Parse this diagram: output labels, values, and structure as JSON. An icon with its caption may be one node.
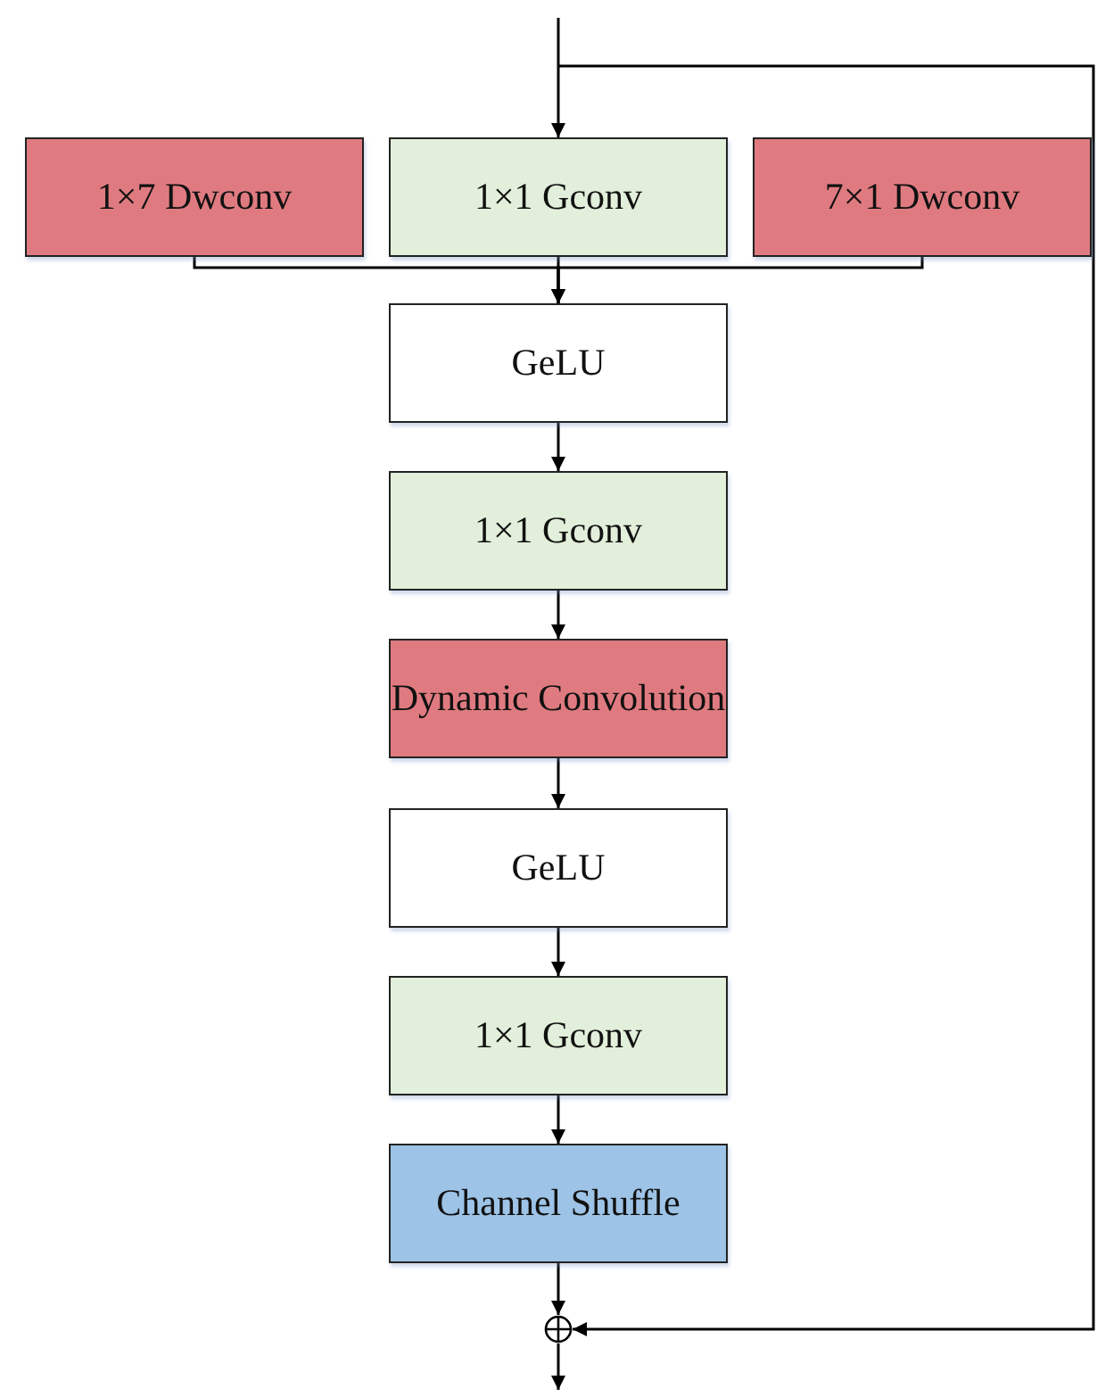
{
  "diagram": {
    "nodes": [
      {
        "text": [
          "1×7 Dwconv"
        ]
      },
      {
        "text": [
          "1×1 Gconv"
        ]
      },
      {
        "text": [
          "7×1 Dwconv"
        ]
      },
      {
        "text": [
          "GeLU"
        ]
      },
      {
        "text": [
          "1×1 Gconv"
        ]
      },
      {
        "text": [
          "Dynamic Convolution"
        ]
      },
      {
        "text": [
          "GeLU"
        ]
      },
      {
        "text": [
          "1×1 Gconv"
        ]
      },
      {
        "text": [
          "Channel Shuffle"
        ]
      },
      {
        "text": [],
        "shape": "circle"
      }
    ],
    "edges": [
      {
        "from": null,
        "to": 1,
        "arrow": "to"
      },
      {
        "from": 0,
        "to": 3,
        "arrow": "to"
      },
      {
        "from": 1,
        "to": 3,
        "arrow": "to"
      },
      {
        "from": 2,
        "to": 3,
        "arrow": "to"
      },
      {
        "from": 3,
        "to": 4,
        "arrow": "to"
      },
      {
        "from": 4,
        "to": 5,
        "arrow": "to"
      },
      {
        "from": 5,
        "to": 6,
        "arrow": "to"
      },
      {
        "from": 6,
        "to": 7,
        "arrow": "to"
      },
      {
        "from": 7,
        "to": 8,
        "arrow": "to"
      },
      {
        "from": 8,
        "to": 9,
        "arrow": "to"
      },
      {
        "from": null,
        "to": 9,
        "arrow": "to"
      },
      {
        "from": 9,
        "to": null,
        "arrow": "to"
      }
    ]
  }
}
